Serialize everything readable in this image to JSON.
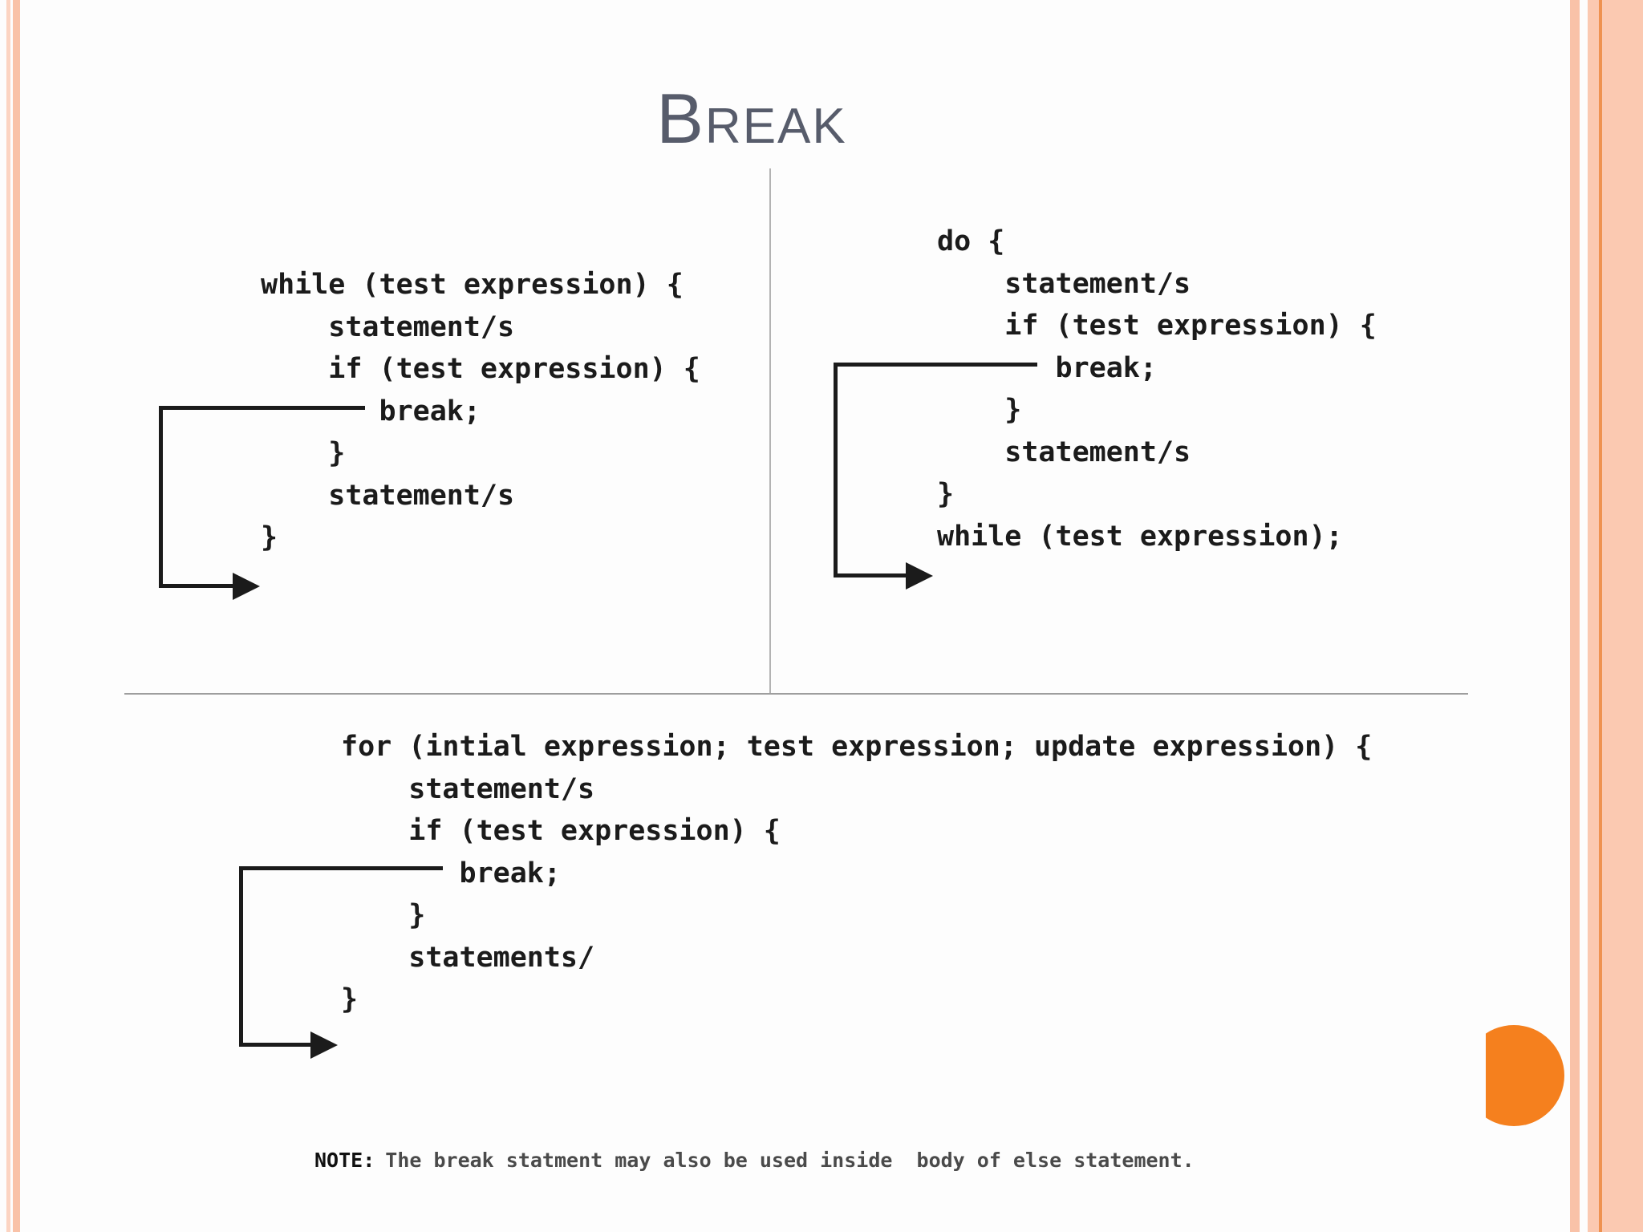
{
  "title": "Break",
  "code": {
    "while_block": {
      "lines": [
        "while (test expression) {",
        "    statement/s",
        "    if (test expression) {",
        "       break;",
        "    }",
        "    statement/s",
        "}"
      ]
    },
    "do_block": {
      "lines": [
        "do {",
        "    statement/s",
        "    if (test expression) {",
        "       break;",
        "    }",
        "    statement/s",
        "}",
        "while (test expression);"
      ]
    },
    "for_block": {
      "lines": [
        "for (intial expression; test expression; update expression) {",
        "    statement/s",
        "    if (test expression) {",
        "       break;",
        "    }",
        "    statements/",
        "}"
      ]
    }
  },
  "note": {
    "label": "NOTE:",
    "text": "The break statment may also be used inside  body of else statement."
  },
  "colors": {
    "accent_orange": "#f5801e",
    "border_peach": "#f9c2a8",
    "border_peach_light": "#fcd4c2",
    "border_band": "#fbc9b1",
    "border_line_orange": "#ef9250",
    "title_color": "#575c6b",
    "code_color": "#1b1b1b",
    "divider_gray": "#9e9e9e"
  }
}
